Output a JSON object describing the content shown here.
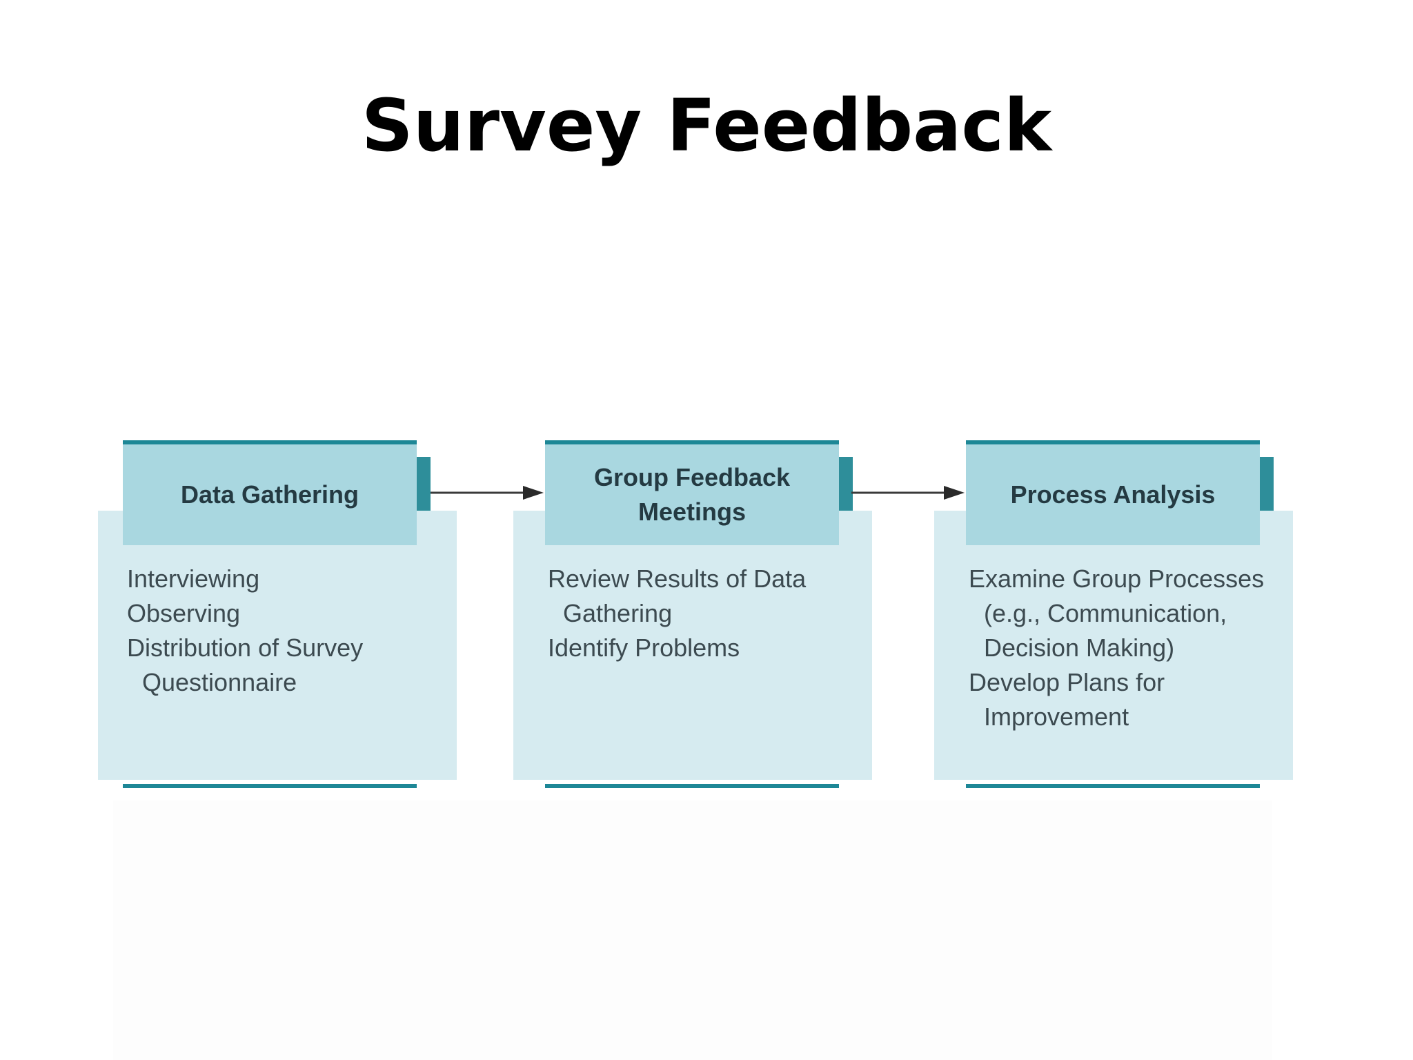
{
  "slide": {
    "title": "Survey Feedback"
  },
  "steps": [
    {
      "heading": "Data Gathering",
      "items": [
        "Interviewing",
        "Observing",
        "Distribution of Survey Questionnaire"
      ]
    },
    {
      "heading": "Group Feedback\nMeetings",
      "items": [
        "Review Results of Data Gathering",
        "Identify Problems"
      ]
    },
    {
      "heading": "Process Analysis",
      "items": [
        "Examine Group Processes (e.g., Communication, Decision Making)",
        "Develop Plans for Improvement"
      ]
    }
  ],
  "colors": {
    "header_fill": "#a9d7e0",
    "body_fill": "#d6ebf0",
    "accent_teal": "#1d8796",
    "heading_text": "#243a42",
    "body_text": "#3c4a50"
  }
}
